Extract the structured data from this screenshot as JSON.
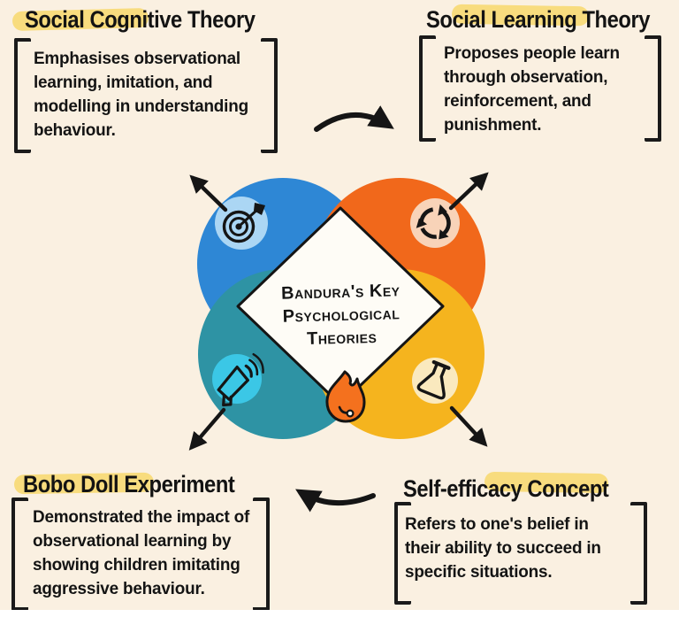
{
  "title": {
    "line1": "Bandura's Key",
    "line2": "Psychological",
    "line3": "Theories"
  },
  "quadrants": {
    "top_left": {
      "heading": "Social Cognitive Theory",
      "lines": [
        "Emphasises observational",
        "learning, imitation, and",
        "modelling in understanding",
        "behaviour."
      ]
    },
    "top_right": {
      "heading": "Social Learning Theory",
      "lines": [
        "Proposes people learn",
        "through observation,",
        "reinforcement, and",
        "punishment."
      ]
    },
    "bottom_left": {
      "heading": "Bobo Doll Experiment",
      "lines": [
        "Demonstrated the impact of",
        "observational learning by",
        "showing children imitating",
        "aggressive behaviour."
      ]
    },
    "bottom_right": {
      "heading": "Self-efficacy Concept",
      "lines": [
        "Refers to one's belief in",
        "their ability to succeed in",
        "specific situations."
      ]
    }
  },
  "icons": {
    "top_left": "target-dart-icon",
    "top_right": "cycle-arrows-icon",
    "bottom_left": "megaphone-icon",
    "bottom_right": "flask-icon",
    "bottom_center": "flame-icon"
  },
  "colors": {
    "background": "#FAF0E1",
    "blue": "#2E87D5",
    "light_blue": "#ABD6F4",
    "orange": "#F1681B",
    "peach": "#F8D3B8",
    "teal": "#2E93A4",
    "cyan": "#3BC7E6",
    "yellow": "#F5B41E",
    "light_yellow": "#FAE9BE",
    "flame_orange": "#F4711E",
    "highlight": "#F8DC7E",
    "ink": "#151515",
    "diamond_fill": "#FEFCF6"
  }
}
